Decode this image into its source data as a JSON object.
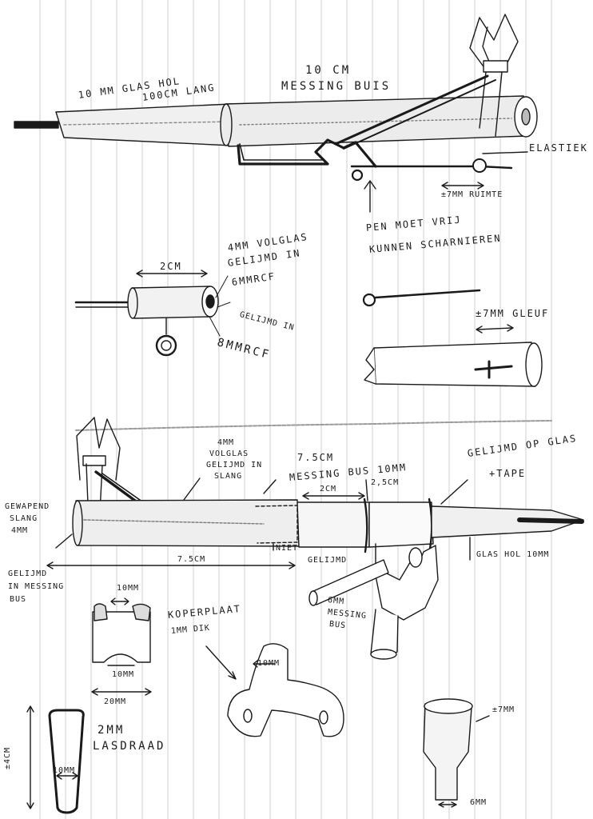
{
  "labels": {
    "glas_hol_top": "10 MM GLAS HOL",
    "glas_lang": "100CM LANG",
    "messing_buis_top_a": "10 CM",
    "messing_buis_top_b": "MESSING BUIS",
    "elastiek": "ELASTIEK",
    "ruimte": "±7MM RUIMTE",
    "pen_a": "PEN MOET VRIJ",
    "pen_b": "KUNNEN SCHARNIEREN",
    "twee_cm_top": "2CM",
    "volglas_a": "4MM VOLGLAS",
    "volglas_b": "GELIJMD IN",
    "volglas_c": "6MMRCF",
    "gelijmd_in": "GELIJMD IN",
    "rcf8": "8MMRCF",
    "gleuf": "±7MM GLEUF",
    "volglas2_a": "4MM",
    "volglas2_b": "VOLGLAS",
    "volglas2_c": "GELIJMD IN",
    "volglas2_d": "SLANG",
    "bus_75": "7.5CM",
    "messing_bus_10": "MESSING BUS 10MM",
    "twee_cm_mid": "2CM",
    "twee_5cm": "2,5CM",
    "gelijmd_op_glas": "GELIJMD OP GLAS",
    "tape": "+TAPE",
    "gewapend_a": "GEWAPEND",
    "gewapend_b": "SLANG",
    "gewapend_c": "4MM",
    "gewapend_d": "GELIJMD",
    "gewapend_e": "IN MESSING",
    "gewapend_f": "BUS",
    "niet": "NIET",
    "gelijmd_mid": "GELIJMD",
    "glas_hol_10": "GLAS HOL 10MM",
    "len_75_bottom": "7.5CM",
    "mm10_clip_top": "10MM",
    "koperplaat_a": "KOPERPLAAT",
    "koperplaat_b": "1MM DIK",
    "mm10_clip_mid": "10MM",
    "mm20_clip": "20MM",
    "messing6_a": "6MM",
    "messing6_b": "MESSING",
    "messing6_c": "BUS",
    "mm10_plate": "10MM",
    "lasdraad_a": "2MM",
    "lasdraad_b": "LASDRAAD",
    "mm10_loop": "10MM",
    "cm4_loop": "±4CM",
    "mm7_plug": "±7MM",
    "mm6_plug": "6MM"
  },
  "colors": {
    "ink": "#1a1a1a",
    "rule": "#c8c8c8",
    "shade": "#d9d9d9"
  }
}
